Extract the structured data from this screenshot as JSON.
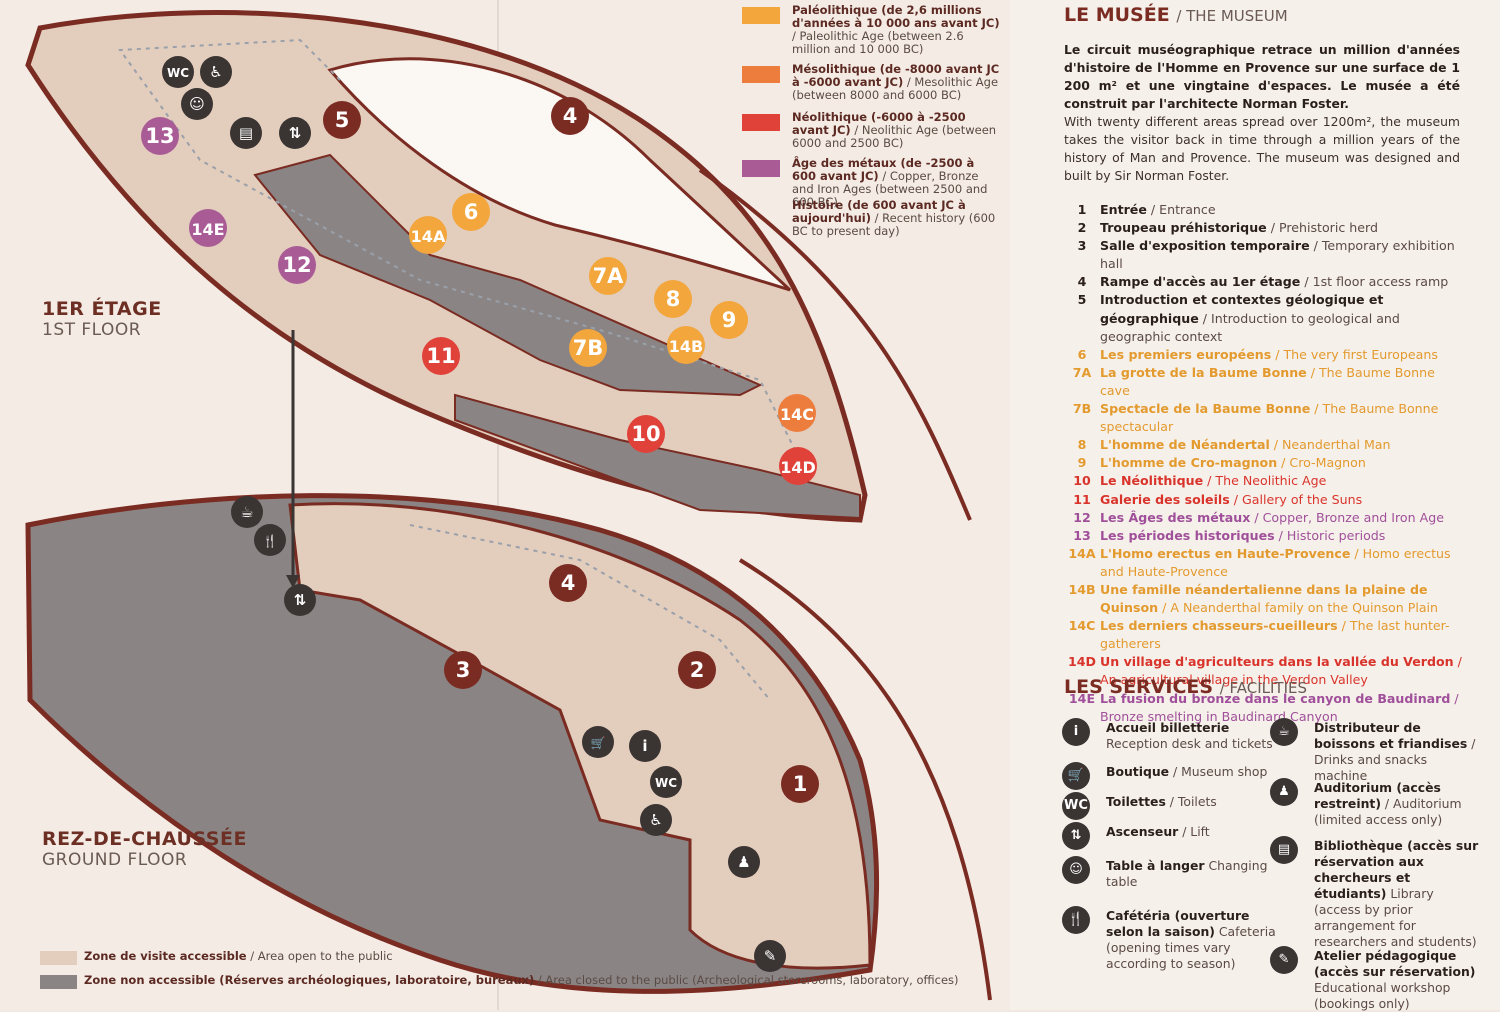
{
  "period_legend": [
    {
      "color": "#f2a63c",
      "fr": "Paléolithique (de 2,6 millions d'années à 10 000 ans avant JC)",
      "en": "Paleolithic Age (between 2.6 million and 10 000 BC)"
    },
    {
      "color": "#ec7d3c",
      "fr": "Mésolithique (de -8000 avant JC à -6000 avant JC)",
      "en": "Mesolithic Age (between 8000 and 6000 BC)"
    },
    {
      "color": "#e0423a",
      "fr": "Néolithique (-6000 à -2500 avant JC)",
      "en": "Neolithic Age (between 6000 and 2500 BC)"
    },
    {
      "color": "#a95b96",
      "fr": "Âge des métaux (de -2500 à 600 avant JC)",
      "en": "Copper, Bronze and Iron Ages (between 2500 and 600 BC)"
    },
    {
      "color": "",
      "fr": "Histoire (de 600 avant JC à aujourd'hui)",
      "en": "Recent history (600 BC to present day)"
    }
  ],
  "floors": {
    "first": {
      "fr": "1ER ÉTAGE",
      "en": "1ST FLOOR"
    },
    "ground": {
      "fr": "REZ-DE-CHAUSSÉE",
      "en": "GROUND FLOOR"
    }
  },
  "zone_legend": [
    {
      "color": "#e3cdbd",
      "fr": "Zone de visite accessible",
      "en": "Area open to the public"
    },
    {
      "color": "#8a8584",
      "fr": "Zone non accessible (Réserves archéologiques, laboratoire, bureaux)",
      "en": "Area closed to the public (Archeological storerooms, laboratory, offices)"
    }
  ],
  "markers": {
    "first": [
      {
        "label": "13",
        "color": "#a95b96"
      },
      {
        "label": "14E",
        "color": "#a95b96"
      },
      {
        "label": "12",
        "color": "#a95b96"
      },
      {
        "label": "5",
        "color": "#7a2b22"
      },
      {
        "label": "4",
        "color": "#7a2b22"
      },
      {
        "label": "6",
        "color": "#f2a63c"
      },
      {
        "label": "14A",
        "color": "#f2a63c"
      },
      {
        "label": "7A",
        "color": "#f2a63c"
      },
      {
        "label": "8",
        "color": "#f2a63c"
      },
      {
        "label": "9",
        "color": "#f2a63c"
      },
      {
        "label": "7B",
        "color": "#f2a63c"
      },
      {
        "label": "14B",
        "color": "#f2a63c"
      },
      {
        "label": "11",
        "color": "#e0423a"
      },
      {
        "label": "10",
        "color": "#e0423a"
      },
      {
        "label": "14C",
        "color": "#ec7d3c"
      },
      {
        "label": "14D",
        "color": "#e0423a"
      }
    ],
    "ground": [
      {
        "label": "4",
        "color": "#7a2b22"
      },
      {
        "label": "3",
        "color": "#7a2b22"
      },
      {
        "label": "2",
        "color": "#7a2b22"
      },
      {
        "label": "1",
        "color": "#7a2b22"
      }
    ],
    "wc_label": "WC"
  },
  "museum": {
    "title_fr": "LE MUSÉE",
    "title_en": "/ THE MUSEUM",
    "intro_fr": "Le circuit muséographique retrace un million d'années d'histoire de l'Homme en Provence sur une surface de 1 200 m² et une vingtaine d'espaces. Le musée a été construit par l'architecte Norman Foster.",
    "intro_en": "With twenty different areas spread over 1200m², the museum takes the visitor back in time through a million years of the history of Man and Provence. The museum was designed and built by Sir Norman Foster."
  },
  "rooms": [
    {
      "num": "1",
      "fr": "Entrée",
      "en": "Entrance",
      "color": "#2b1f1b",
      "encolor": "#5b4a44"
    },
    {
      "num": "2",
      "fr": "Troupeau préhistorique",
      "en": "Prehistoric herd",
      "color": "#2b1f1b",
      "encolor": "#5b4a44"
    },
    {
      "num": "3",
      "fr": "Salle d'exposition temporaire",
      "en": "Temporary exhibition hall",
      "color": "#2b1f1b",
      "encolor": "#5b4a44"
    },
    {
      "num": "4",
      "fr": "Rampe d'accès au 1er étage",
      "en": "1st floor access ramp",
      "color": "#2b1f1b",
      "encolor": "#5b4a44"
    },
    {
      "num": "5",
      "fr": "Introduction et contextes géologique et géographique",
      "en": "Introduction to geological and geographic context",
      "color": "#2b1f1b",
      "encolor": "#5b4a44"
    },
    {
      "num": "6",
      "fr": "Les premiers européens",
      "en": "The very first Europeans",
      "color": "#e39a2e",
      "encolor": "#e39a2e"
    },
    {
      "num": "7A",
      "fr": "La grotte de la Baume Bonne",
      "en": "The Baume Bonne cave",
      "color": "#e39a2e",
      "encolor": "#e39a2e"
    },
    {
      "num": "7B",
      "fr": "Spectacle de la Baume Bonne",
      "en": "The Baume Bonne spectacular",
      "color": "#e39a2e",
      "encolor": "#e39a2e"
    },
    {
      "num": "8",
      "fr": "L'homme de Néandertal",
      "en": "Neanderthal Man",
      "color": "#e39a2e",
      "encolor": "#e39a2e"
    },
    {
      "num": "9",
      "fr": "L'homme de Cro-magnon",
      "en": "Cro-Magnon",
      "color": "#e39a2e",
      "encolor": "#e39a2e"
    },
    {
      "num": "10",
      "fr": "Le Néolithique",
      "en": "The Neolithic Age",
      "color": "#d9342c",
      "encolor": "#d9342c"
    },
    {
      "num": "11",
      "fr": "Galerie des soleils",
      "en": "Gallery of the Suns",
      "color": "#d9342c",
      "encolor": "#d9342c"
    },
    {
      "num": "12",
      "fr": "Les Âges des métaux",
      "en": "Copper, Bronze and Iron Age",
      "color": "#a0509a",
      "encolor": "#a0509a"
    },
    {
      "num": "13",
      "fr": "Les périodes historiques",
      "en": "Historic periods",
      "color": "#a0509a",
      "encolor": "#a0509a"
    },
    {
      "num": "14A",
      "fr": "L'Homo erectus en Haute-Provence",
      "en": "Homo erectus and Haute-Provence",
      "color": "#e39a2e",
      "encolor": "#e39a2e"
    },
    {
      "num": "14B",
      "fr": "Une famille néandertalienne dans la plaine de Quinson",
      "en": "A Neanderthal family on the Quinson Plain",
      "color": "#e39a2e",
      "encolor": "#e39a2e"
    },
    {
      "num": "14C",
      "fr": "Les derniers chasseurs-cueilleurs",
      "en": "The last hunter-gatherers",
      "color": "#e39a2e",
      "encolor": "#e39a2e"
    },
    {
      "num": "14D",
      "fr": "Un village d'agriculteurs dans la vallée du Verdon",
      "en": "An agricultural village in the Verdon Valley",
      "color": "#d9342c",
      "encolor": "#d9342c"
    },
    {
      "num": "14E",
      "fr": "La fusion du bronze dans le canyon de Baudinard",
      "en": "Bronze smelting in Baudinard Canyon",
      "color": "#a0509a",
      "encolor": "#a0509a"
    }
  ],
  "services": {
    "title_fr": "LES SERVICES",
    "title_en": "/ FACILITIES",
    "left": [
      {
        "icon": "info-icon",
        "glyph": "i",
        "fr": "Accueil billetterie",
        "en": "Reception desk and tickets"
      },
      {
        "icon": "shop-icon",
        "glyph": "🛒",
        "fr": "Boutique",
        "en": "/ Museum shop"
      },
      {
        "icon": "toilets-icon",
        "glyph": "WC",
        "fr": "Toilettes",
        "en": "/ Toilets"
      },
      {
        "icon": "lift-icon",
        "glyph": "⇅",
        "fr": "Ascenseur",
        "en": "/ Lift"
      },
      {
        "icon": "changing-table-icon",
        "glyph": "☺",
        "fr": "Table à langer",
        "en": "Changing table"
      },
      {
        "icon": "cafeteria-icon",
        "glyph": "🍴",
        "fr": "Cafétéria (ouverture selon la saison)",
        "en": "Cafeteria (opening times vary according to season)"
      }
    ],
    "right": [
      {
        "icon": "drinks-machine-icon",
        "glyph": "☕",
        "fr": "Distributeur de boissons et friandises",
        "en": "/ Drinks and snacks machine"
      },
      {
        "icon": "auditorium-icon",
        "glyph": "♟",
        "fr": "Auditorium (accès restreint)",
        "en": "/ Auditorium (limited access only)"
      },
      {
        "icon": "library-icon",
        "glyph": "▤",
        "fr": "Bibliothèque (accès sur réservation aux chercheurs et étudiants)",
        "en": "Library (access by prior arrangement for researchers and students)"
      },
      {
        "icon": "workshop-icon",
        "glyph": "✎",
        "fr": "Atelier pédagogique (accès sur réservation)",
        "en": "Educational workshop (bookings only)"
      }
    ]
  }
}
